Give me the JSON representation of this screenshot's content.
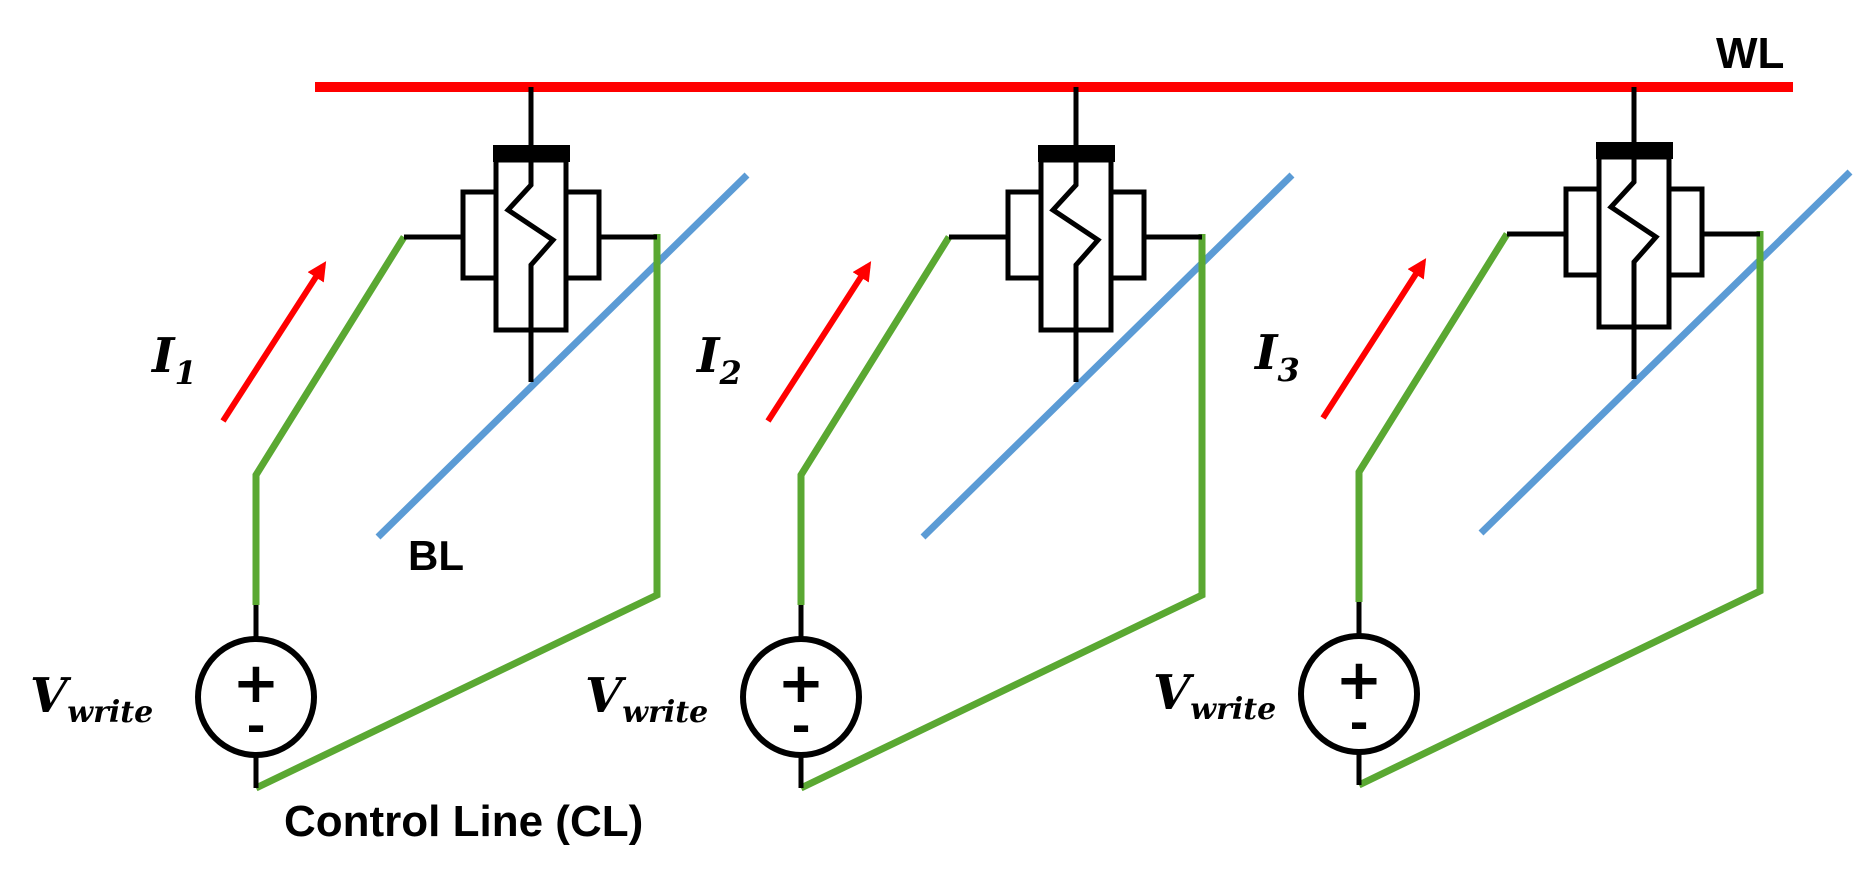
{
  "labels": {
    "word_line": "WL",
    "bit_line": "BL",
    "control_line": "Control Line (CL)"
  },
  "cells": [
    {
      "current_main": "I",
      "current_sub": "1",
      "voltage_main": "V",
      "voltage_sub": "write",
      "plus": "+",
      "minus": "-"
    },
    {
      "current_main": "I",
      "current_sub": "2",
      "voltage_main": "V",
      "voltage_sub": "write",
      "plus": "+",
      "minus": "-"
    },
    {
      "current_main": "I",
      "current_sub": "3",
      "voltage_main": "V",
      "voltage_sub": "write",
      "plus": "+",
      "minus": "-"
    }
  ],
  "colors": {
    "word_line": "#ff0000",
    "bit_line": "#5b9bd5",
    "control_line": "#5aa832",
    "current_arrow": "#ff0000",
    "device": "#000000"
  }
}
